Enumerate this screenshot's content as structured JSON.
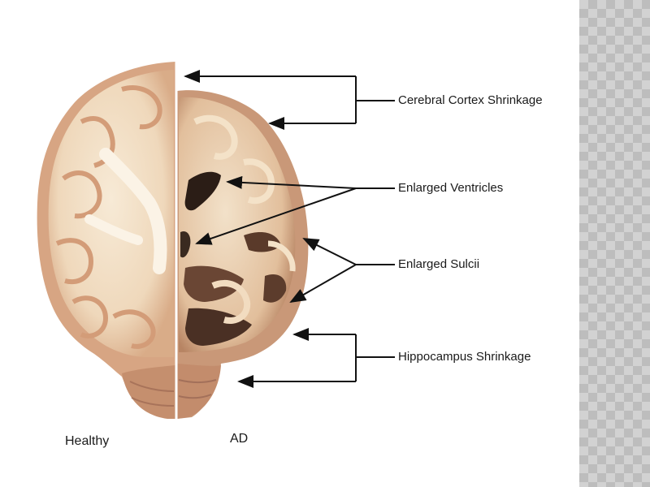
{
  "annotations": {
    "cortex": "Cerebral Cortex Shrinkage",
    "ventricles": "Enlarged Ventricles",
    "sulcii": "Enlarged Sulcii",
    "hippocampus": "Hippocampus Shrinkage"
  },
  "captions": {
    "healthy": "Healthy",
    "ad": "AD"
  },
  "colors": {
    "tissue_light": "#f3dfc4",
    "tissue_mid": "#e4bd9a",
    "tissue_dark": "#b98466",
    "cavity": "#2b1d16",
    "arrow": "#111111",
    "side_pattern": "#c8c8c8"
  }
}
